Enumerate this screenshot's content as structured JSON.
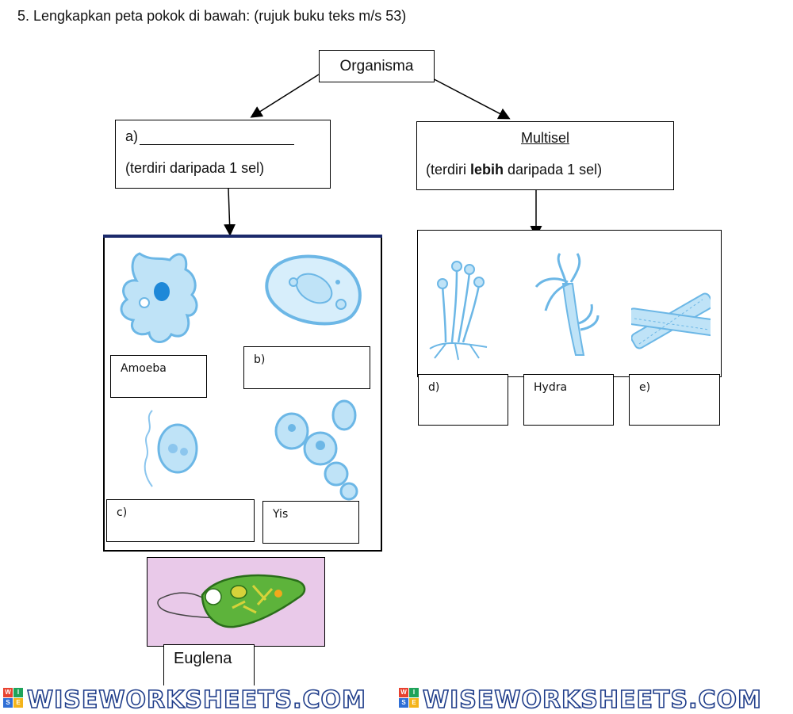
{
  "question": "5.  Lengkapkan peta pokok di bawah: (rujuk buku teks m/s 53)",
  "root": "Organisma",
  "unicellular": {
    "label": "a)",
    "subtitle": "(terdiri daripada 1 sel)"
  },
  "multicellular": {
    "title": "Multisel",
    "subtitle_pre": "(terdiri ",
    "subtitle_bold": "lebih",
    "subtitle_post": "  daripada 1 sel)"
  },
  "left_labels": {
    "amoeba": "Amoeba",
    "b": "b)",
    "c": "c)",
    "yis": "Yis"
  },
  "right_labels": {
    "d": "d)",
    "hydra": "Hydra",
    "e": "e)"
  },
  "euglena": "Euglena",
  "watermark": "WISEWORKSHEETS.COM",
  "logo_letters": [
    "W",
    "I",
    "S",
    "E"
  ],
  "colors": {
    "organism_fill": "#bfe3f7",
    "organism_stroke": "#5aaee0",
    "euglena_bg": "#e9c9e9",
    "euglena_body": "#5db33b",
    "watermark_stroke": "#1f3d8a"
  }
}
